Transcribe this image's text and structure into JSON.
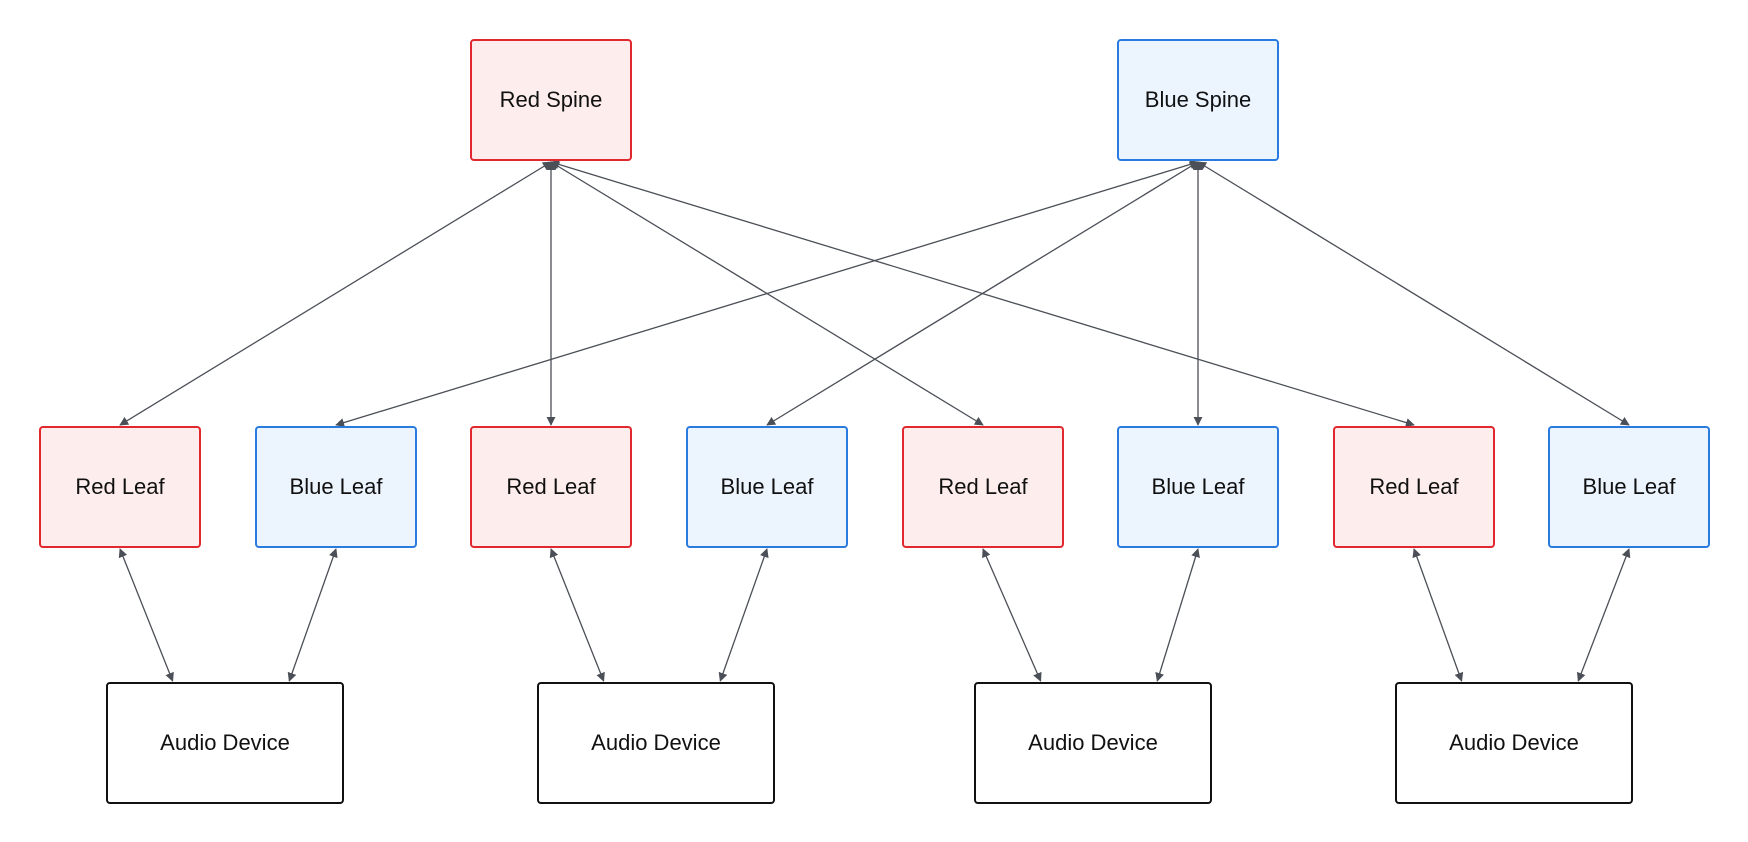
{
  "spines": [
    {
      "label": "Red Spine",
      "color": "red"
    },
    {
      "label": "Blue Spine",
      "color": "blue"
    }
  ],
  "leaves": [
    {
      "label": "Red Leaf",
      "color": "red"
    },
    {
      "label": "Blue Leaf",
      "color": "blue"
    },
    {
      "label": "Red Leaf",
      "color": "red"
    },
    {
      "label": "Blue Leaf",
      "color": "blue"
    },
    {
      "label": "Red Leaf",
      "color": "red"
    },
    {
      "label": "Blue Leaf",
      "color": "blue"
    },
    {
      "label": "Red Leaf",
      "color": "red"
    },
    {
      "label": "Blue Leaf",
      "color": "blue"
    }
  ],
  "devices": [
    {
      "label": "Audio Device"
    },
    {
      "label": "Audio Device"
    },
    {
      "label": "Audio Device"
    },
    {
      "label": "Audio Device"
    }
  ],
  "connections": {
    "spine_leaf": [
      {
        "spine": 0,
        "leaf": 0
      },
      {
        "spine": 0,
        "leaf": 2
      },
      {
        "spine": 0,
        "leaf": 4
      },
      {
        "spine": 0,
        "leaf": 6
      },
      {
        "spine": 1,
        "leaf": 1
      },
      {
        "spine": 1,
        "leaf": 3
      },
      {
        "spine": 1,
        "leaf": 5
      },
      {
        "spine": 1,
        "leaf": 7
      }
    ],
    "leaf_device": [
      {
        "leaf": 0,
        "device": 0
      },
      {
        "leaf": 1,
        "device": 0
      },
      {
        "leaf": 2,
        "device": 1
      },
      {
        "leaf": 3,
        "device": 1
      },
      {
        "leaf": 4,
        "device": 2
      },
      {
        "leaf": 5,
        "device": 2
      },
      {
        "leaf": 6,
        "device": 3
      },
      {
        "leaf": 7,
        "device": 3
      }
    ],
    "direction": "bidirectional"
  },
  "colors": {
    "red_border": "#e0282e",
    "red_fill": "#fdeeed",
    "blue_border": "#2a7be0",
    "blue_fill": "#ecf4fe",
    "device_border": "#111111",
    "edge": "#4b4f57"
  }
}
